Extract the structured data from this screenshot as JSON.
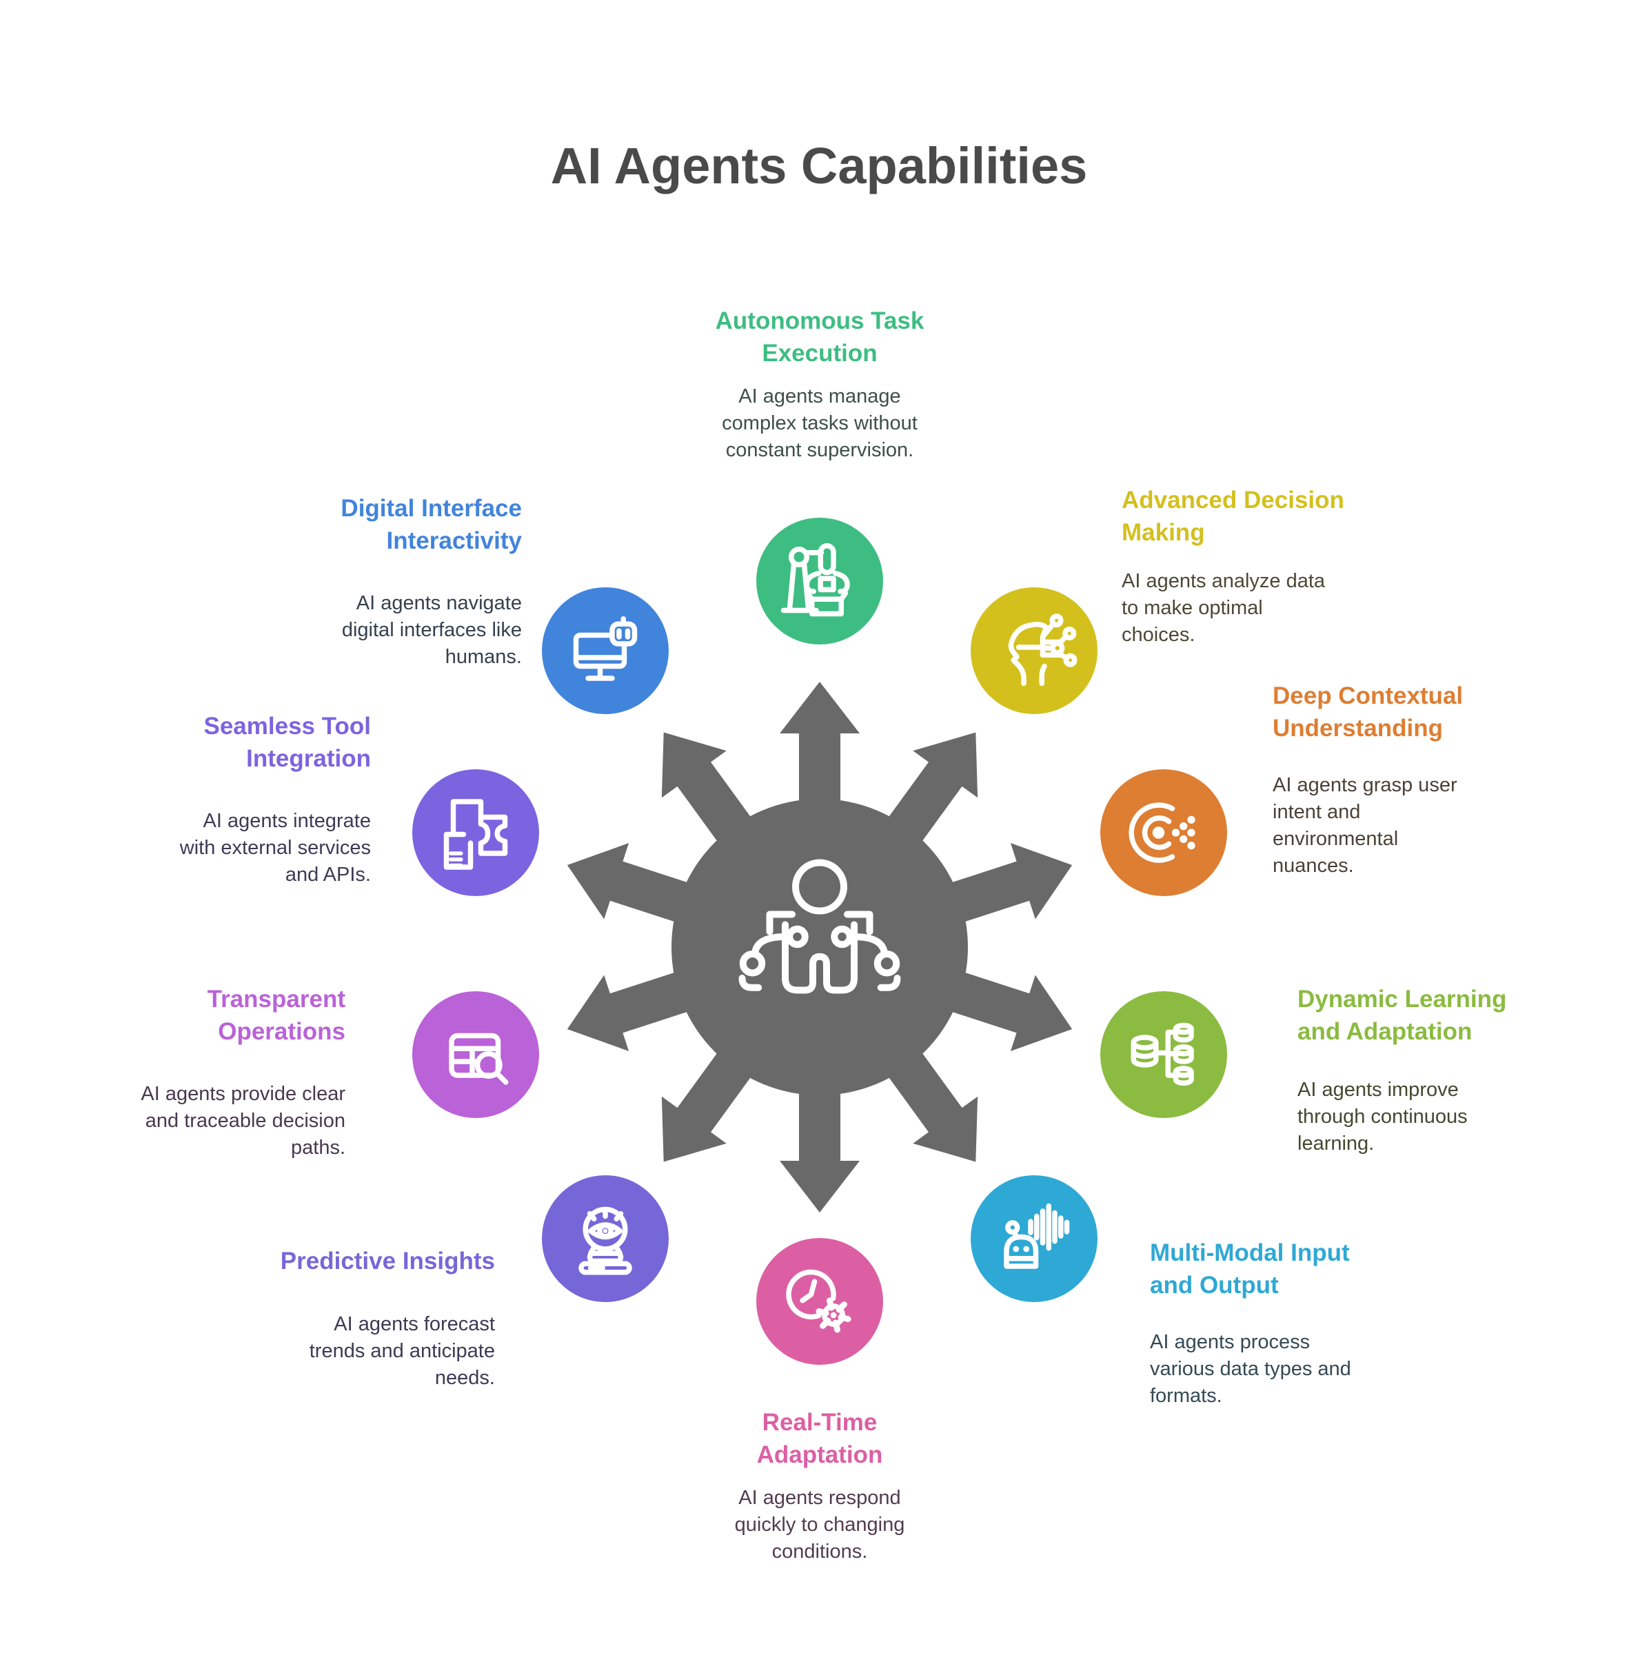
{
  "title": {
    "text": "AI Agents Capabilities",
    "color": "#4a4a4a"
  },
  "hub": {
    "icon": "multi-arm-robot-icon",
    "color": "#696969",
    "arrow_count": 10
  },
  "sections": [
    {
      "id": "autonomous-task-execution",
      "title": "Autonomous Task\nExecution",
      "body": "AI agents manage\ncomplex tasks without\nconstant supervision.",
      "color": "#3ebd82",
      "body_color": "#3d4f48",
      "icon": "robot-arm-icon"
    },
    {
      "id": "advanced-decision-making",
      "title": "Advanced Decision\nMaking",
      "body": "AI agents analyze data\nto make optimal\nchoices.",
      "color": "#d3c01d",
      "body_color": "#4c4836",
      "icon": "head-circuit-icon"
    },
    {
      "id": "deep-contextual-understanding",
      "title": "Deep Contextual\nUnderstanding",
      "body": "AI agents grasp user\nintent and\nenvironmental\nnuances.",
      "color": "#dd7e33",
      "body_color": "#4b4138",
      "icon": "contextual-scan-icon"
    },
    {
      "id": "dynamic-learning-and-adaptation",
      "title": "Dynamic Learning\nand Adaptation",
      "body": "AI agents improve\nthrough continuous\nlearning.",
      "color": "#8bbb40",
      "body_color": "#43492f",
      "icon": "data-branch-icon"
    },
    {
      "id": "multi-modal-input-and-output",
      "title": "Multi-Modal Input\nand Output",
      "body": "AI agents process\nvarious data types and\nformats.",
      "color": "#2ea8d5",
      "body_color": "#344954",
      "icon": "voice-robot-icon"
    },
    {
      "id": "real-time-adaptation",
      "title": "Real-Time\nAdaptation",
      "body": "AI agents respond\nquickly to changing\nconditions.",
      "color": "#dc5fa4",
      "body_color": "#523c4e",
      "icon": "clock-gear-icon"
    },
    {
      "id": "predictive-insights",
      "title": "Predictive Insights",
      "body": "AI agents forecast\ntrends and anticipate\nneeds.",
      "color": "#7667d8",
      "body_color": "#3c3a54",
      "icon": "crystal-ball-icon"
    },
    {
      "id": "transparent-operations",
      "title": "Transparent\nOperations",
      "body": "AI agents provide clear\nand traceable decision\npaths.",
      "color": "#ba62d8",
      "body_color": "#48394f",
      "icon": "table-search-icon"
    },
    {
      "id": "seamless-tool-integration",
      "title": "Seamless Tool\nIntegration",
      "body": "AI agents integrate\nwith external services\nand APIs.",
      "color": "#7b64e0",
      "body_color": "#3f3a56",
      "icon": "puzzle-icon"
    },
    {
      "id": "digital-interface-interactivity",
      "title": "Digital Interface\nInteractivity",
      "body": "AI agents navigate\ndigital interfaces like\nhumans.",
      "color": "#4184dc",
      "body_color": "#36404e",
      "icon": "monitor-robot-icon"
    }
  ]
}
